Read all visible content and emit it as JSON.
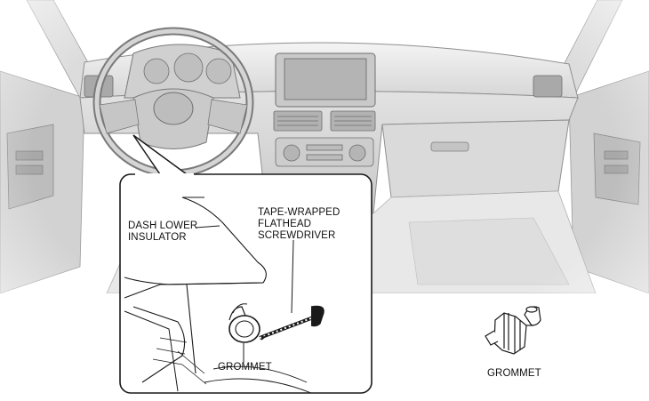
{
  "callout": {
    "dash_lower_insulator_label": "DASH LOWER\nINSULATOR",
    "screwdriver_label": "TAPE-WRAPPED\nFLATHEAD\nSCREWDRIVER",
    "grommet_label": "GROMMET"
  },
  "part_detail": {
    "grommet_label": "GROMMET"
  },
  "colors": {
    "line": "#1a1a1a",
    "dash_shade": "#d9d9d9",
    "dash_light": "#ececec",
    "dash_dark": "#9a9a9a",
    "screen": "#bdbdbd"
  }
}
